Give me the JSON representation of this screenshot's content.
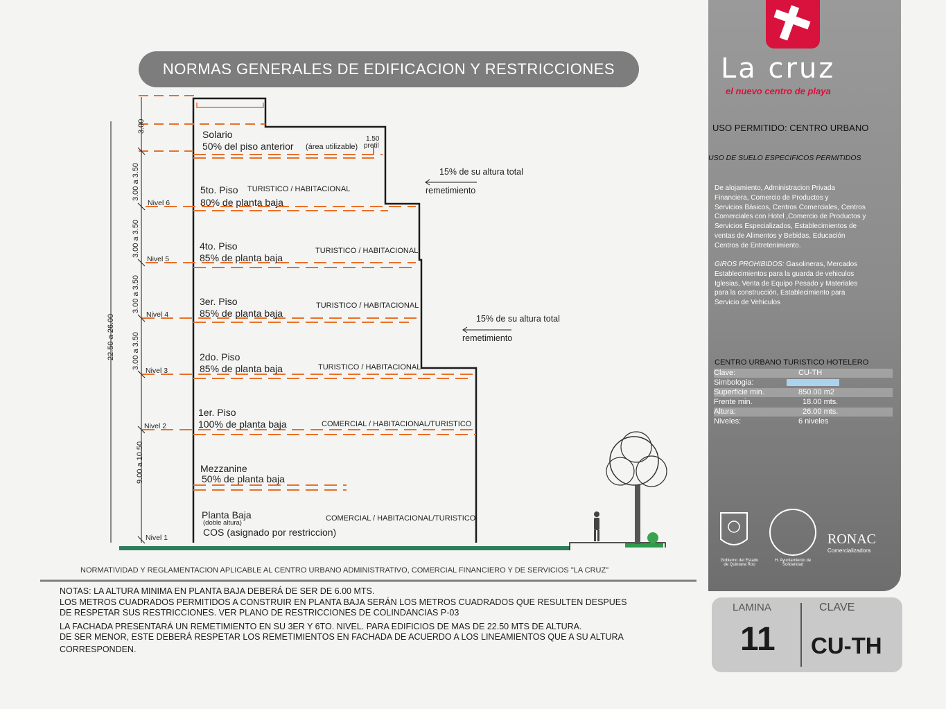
{
  "title": "NORMAS GENERALES DE EDIFICACION Y RESTRICCIONES",
  "floors": {
    "solario": {
      "name": "Solario",
      "desc": "50% del piso anterior",
      "note": "(área utilizable)",
      "pretil_height": "1.50",
      "pretil": "pretil"
    },
    "piso5": {
      "name": "5to. Piso",
      "desc": "80% de planta baja",
      "use": "TURISTICO / HABITACIONAL"
    },
    "piso4": {
      "name": "4to. Piso",
      "desc": "85% de planta baja",
      "use": "TURISTICO / HABITACIONAL"
    },
    "piso3": {
      "name": "3er. Piso",
      "desc": "85% de planta baja",
      "use": "TURISTICO / HABITACIONAL"
    },
    "piso2": {
      "name": "2do. Piso",
      "desc": "85% de planta baja",
      "use": "TURISTICO / HABITACIONAL"
    },
    "piso1": {
      "name": "1er. Piso",
      "desc": "100% de planta baja",
      "use": "COMERCIAL / HABITACIONAL/TURISTICO"
    },
    "mezzanine": {
      "name": "Mezzanine",
      "desc": "50% de planta baja"
    },
    "planta_baja": {
      "name": "Planta Baja",
      "sub": "(doble altura)",
      "desc": "COS (asignado por restriccion)",
      "use": "COMERCIAL / HABITACIONAL/TURISTICO"
    }
  },
  "levels": [
    "Nivel 6",
    "Nivel 5",
    "Nivel 4",
    "Nivel 3",
    "Nivel 2",
    "Nivel 1"
  ],
  "dimensions": {
    "total": "22.50 a 26.00",
    "top": "3.00",
    "typical": "3.00 a 3.50",
    "base": "9.00 a 10.50"
  },
  "setbacks": [
    {
      "text": "15% de su altura total",
      "label": "remetimiento"
    },
    {
      "text": "15% de su altura total",
      "label": "remetimiento"
    }
  ],
  "footer_line": "NORMATIVIDAD Y REGLAMENTACION APLICABLE AL CENTRO URBANO ADMINISTRATIVO, COMERCIAL FINANCIERO Y DE SERVICIOS \"LA CRUZ\"",
  "notes": [
    "NOTAS: LA ALTURA MINIMA EN PLANTA BAJA DEBERÁ DE SER DE 6.00 MTS.",
    "LOS METROS CUADRADOS PERMITIDOS A CONSTRUIR EN PLANTA BAJA SERÁN LOS METROS CUADRADOS QUE RESULTEN DESPUES",
    "DE RESPETAR SUS RESTRICCIONES. VER PLANO DE RESTRICCIONES DE COLINDANCIAS P-03",
    "LA FACHADA PRESENTARÁ UN REMETIMIENTO EN SU 3ER  Y 6TO. NIVEL. PARA EDIFICIOS DE MAS DE 22.50 MTS DE ALTURA.",
    "DE SER MENOR, ESTE DEBERÁ RESPETAR LOS REMETIMIENTOS EN FACHADA DE ACUERDO A LOS LINEAMIENTOS QUE A SU ALTURA",
    "CORRESPONDEN."
  ],
  "sidebar": {
    "brand": "La cruz",
    "tagline": "el nuevo centro de playa",
    "uso_permitido": "USO PERMITIDO: CENTRO URBANO",
    "uso_suelo_heading": "USO DE SUELO ESPECIFICOS PERMITIDOS",
    "uso_suelo_lines": [
      "De alojamiento, Administracion Privada",
      "Financiera, Comercio de Productos y",
      "Servicios Básicos, Centros Comerciales, Centros",
      "Comerciales con Hotel ,Comercio de Productos y",
      "Servicios  Especializados, Establecimientos de",
      "ventas de Alimentos y Bebidas, Educación",
      "Centros de Entretenimiento."
    ],
    "giros_label": "GIROS PROHIBIDOS:",
    "giros_lines": [
      " Gasolineras, Mercados",
      "Establecimientos para la guarda de vehiculos",
      "Iglesias, Venta de Equipo Pesado y Materiales",
      "para la construcción, Establecimiento para",
      "Servicio de Vehiculos"
    ],
    "zone_title": "CENTRO URBANO TURISTICO HOTELERO",
    "specs": [
      {
        "label": "Clave:",
        "value": "CU-TH"
      },
      {
        "label": "Simbologia:",
        "value": ""
      },
      {
        "label": "Superficie min.",
        "value": "850.00 m2"
      },
      {
        "label": "Frente min.",
        "value": "18.00 mts."
      },
      {
        "label": "Altura:",
        "value": "26.00 mts."
      },
      {
        "label": "Niveles:",
        "value": "6 niveles"
      }
    ],
    "logo_gov": "Gobierno del Estado de Quintana Roo",
    "logo_ayto": "H. Ayuntamiento de Solidaridad",
    "logo_ronac": "RONAC",
    "logo_ronac_sub": "Comercializadora"
  },
  "lamina": {
    "label_lamina": "LAMINA",
    "label_clave": "CLAVE",
    "number": "11",
    "clave": "CU-TH"
  },
  "colors": {
    "accent": "#e8702a",
    "brand": "#d8123c",
    "sidebar": "#8e8e8e",
    "ground": "#2e7d5b",
    "symbol": "#a9d3ef"
  }
}
